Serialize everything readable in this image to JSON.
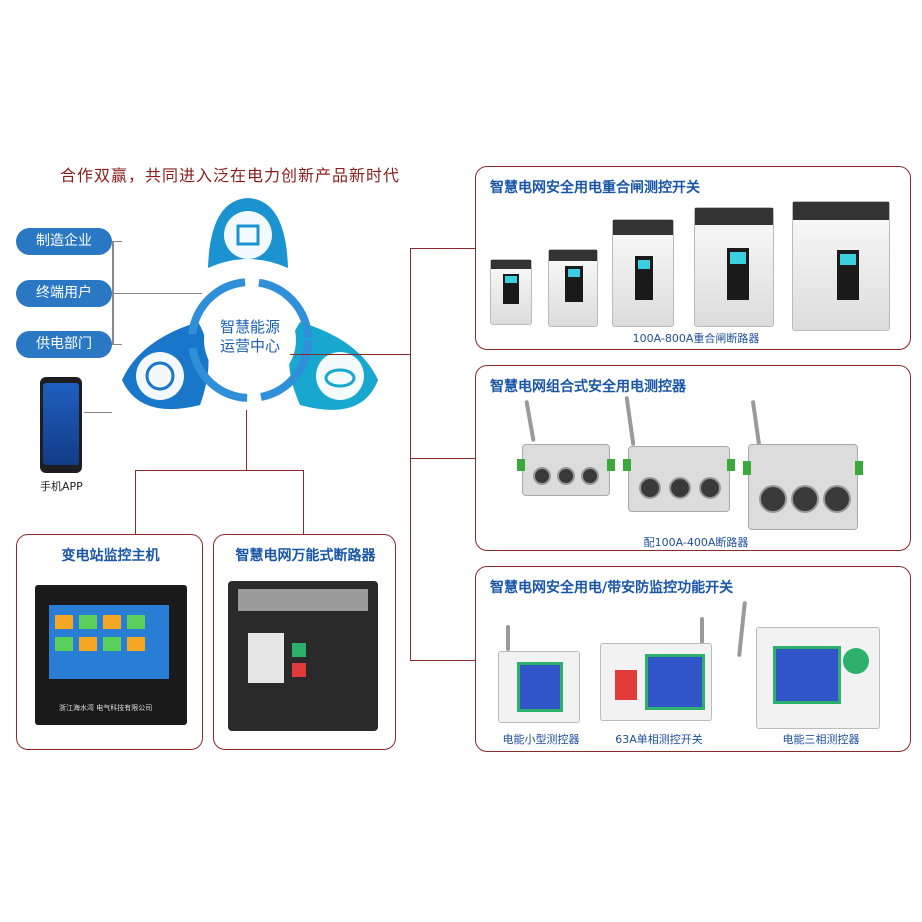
{
  "slogan": "合作双赢，共同进入泛在电力创新产品新时代",
  "left_pills": [
    "制造企业",
    "终端用户",
    "供电部门"
  ],
  "center": {
    "line1": "智慧能源",
    "line2": "运营中心"
  },
  "phone": {
    "label": "手机APP"
  },
  "panels": {
    "recloser": {
      "title": "智慧电网安全用电重合闸测控开关",
      "caption": "100A-800A重合闸断路器"
    },
    "combined": {
      "title": "智慧电网组合式安全用电测控器",
      "caption": "配100A-400A断路器"
    },
    "security": {
      "title": "智慧电网安全用电/带安防监控功能开关",
      "captions": [
        "电能小型测控器",
        "63A单相测控开关",
        "电能三相测控器"
      ]
    },
    "substation": {
      "title": "变电站监控主机",
      "screen_footer": "浙江海水湾 电气科技有限公司"
    },
    "acb": {
      "title": "智慧电网万能式断路器"
    }
  },
  "colors": {
    "frame": "#8b2a2a",
    "accent": "#1a56a8",
    "petal_cyan": "#17a7cf",
    "petal_blue": "#1877c9"
  },
  "icons": [
    "wrench-cube-icon",
    "network-globe-icon",
    "eye-document-icon"
  ]
}
